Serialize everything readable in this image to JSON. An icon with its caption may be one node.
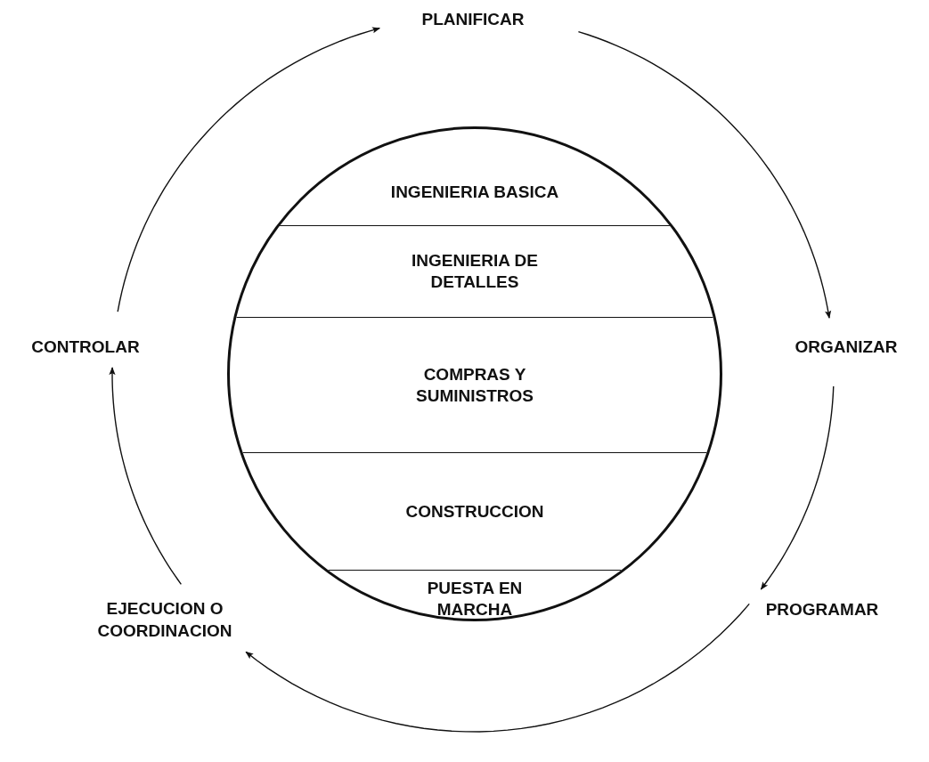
{
  "diagram": {
    "nodes": [
      {
        "text": [
          "PLANIFICAR"
        ]
      },
      {
        "text": [],
        "shape": "circle"
      },
      {
        "text": [
          "INGENIERIA BASICA"
        ],
        "in": 1
      },
      {
        "text": [
          "INGENIERIA DE DETALLES"
        ],
        "in": 1
      },
      {
        "text": [
          "COMPRAS Y SUMINISTROS"
        ],
        "in": 1
      },
      {
        "text": [
          "CONSTRUCCION"
        ],
        "in": 1
      },
      {
        "text": [
          "PUESTA EN MARCHA"
        ],
        "in": 1
      },
      {
        "text": [
          "CONTROLAR"
        ]
      },
      {
        "text": [
          "ORGANIZAR"
        ]
      },
      {
        "text": [
          "EJECUCION O COORDINACION"
        ]
      },
      {
        "text": [
          "PROGRAMAR"
        ]
      }
    ],
    "edges": [
      {
        "from": 0,
        "to": 8,
        "arrow": "to"
      },
      {
        "from": 8,
        "to": 10,
        "arrow": "to"
      },
      {
        "from": 10,
        "to": 9,
        "arrow": "to"
      },
      {
        "from": 9,
        "to": 7,
        "arrow": "to"
      },
      {
        "from": 7,
        "to": 0,
        "arrow": "to"
      }
    ]
  }
}
